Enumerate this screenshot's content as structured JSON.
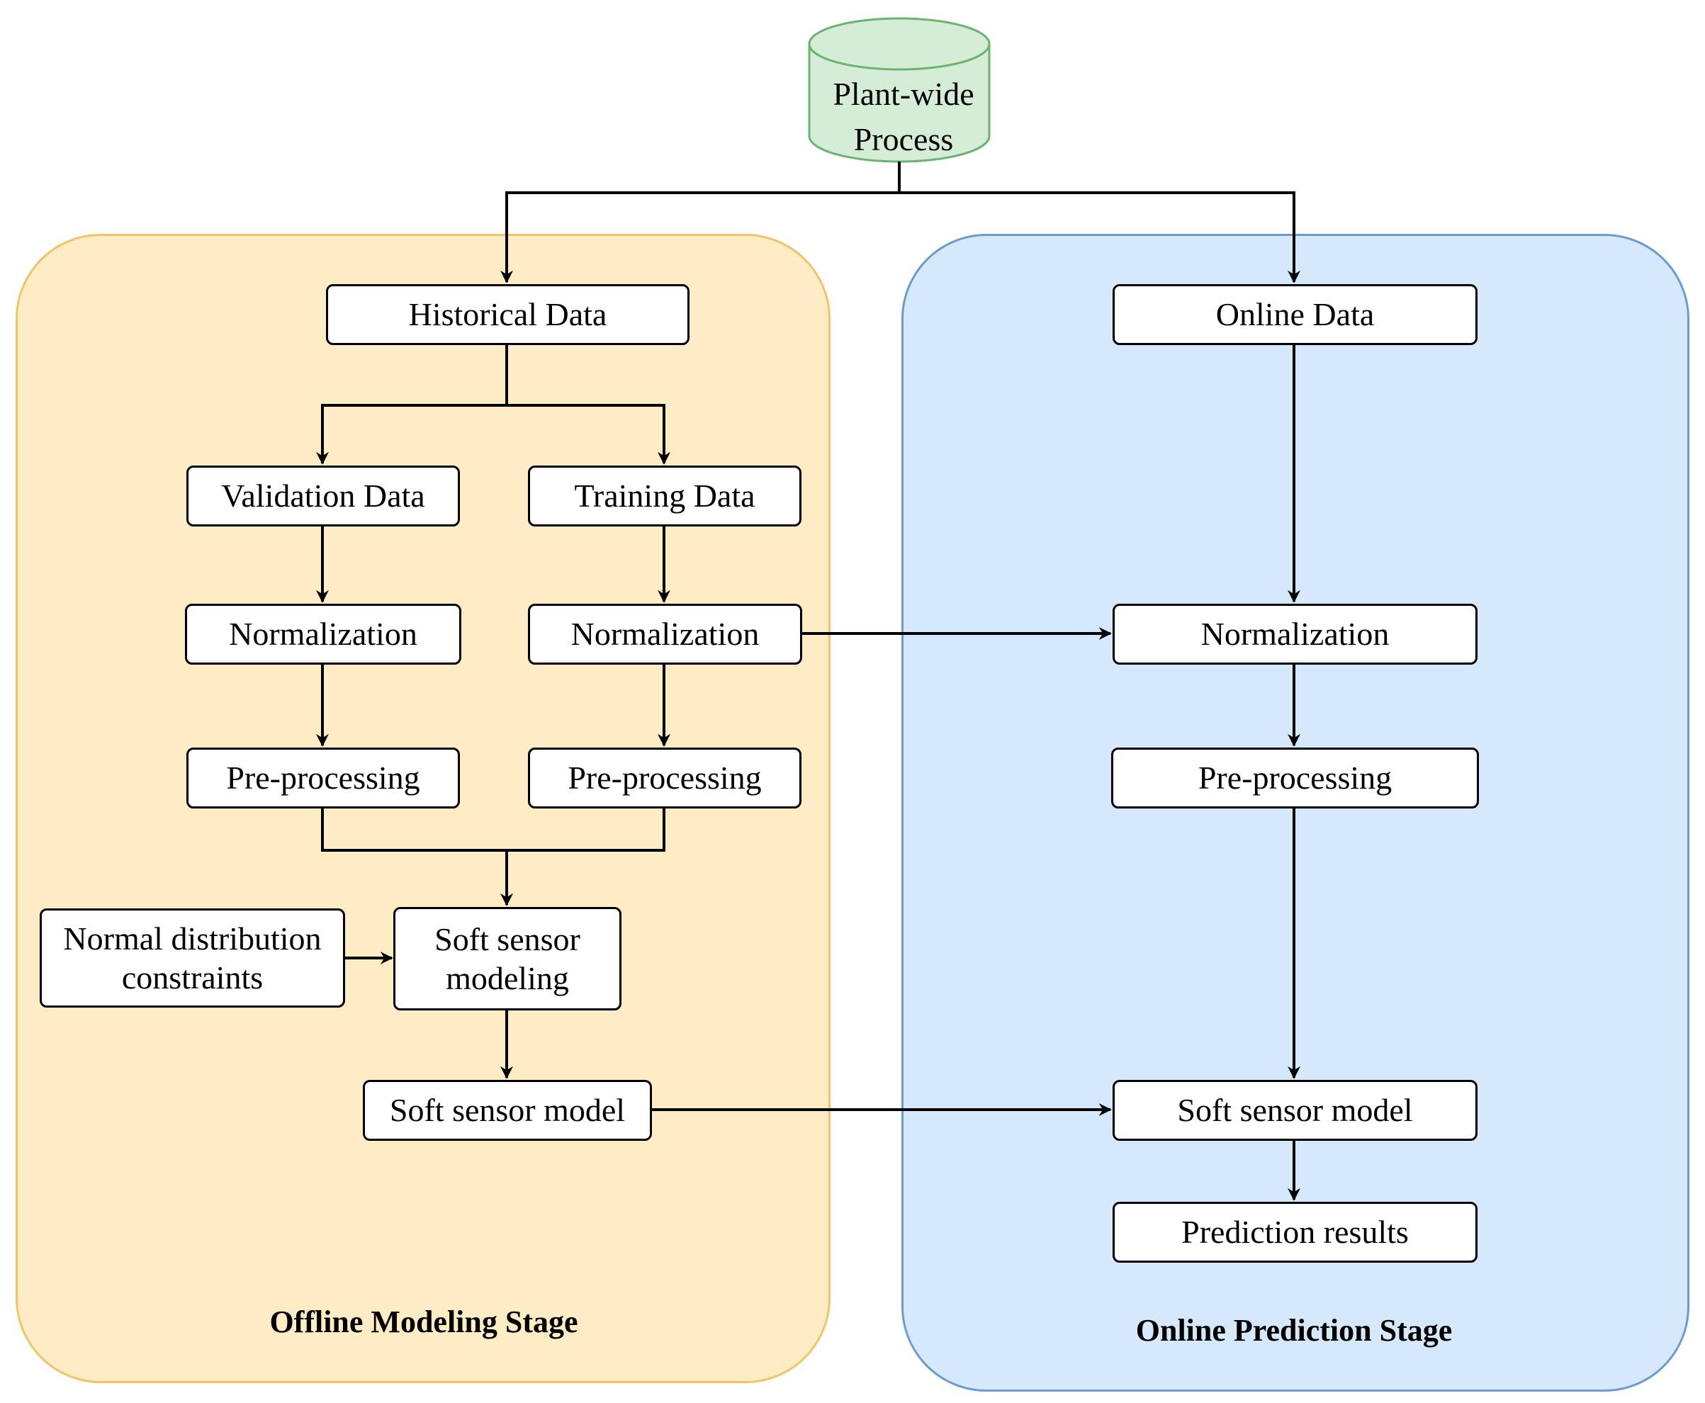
{
  "colors": {
    "offline_fill": "#fdecc4",
    "offline_border": "#f1c46b",
    "online_fill": "#d6e8fb",
    "online_border": "#6c9ccf",
    "source_fill": "#d5ecd7",
    "source_border": "#6ab46f",
    "line": "#000000"
  },
  "source": {
    "label": "Plant-wide\nProcess"
  },
  "offline": {
    "stage_label": "Offline Modeling Stage",
    "historical_data": "Historical Data",
    "validation_data": "Validation Data",
    "training_data": "Training Data",
    "normalization_val": "Normalization",
    "normalization_train": "Normalization",
    "preprocessing_val": "Pre-processing",
    "preprocessing_train": "Pre-processing",
    "normal_distribution": "Normal distribution\nconstraints",
    "soft_sensor_modeling": "Soft sensor\nmodeling",
    "soft_sensor_model": "Soft sensor model"
  },
  "online": {
    "stage_label": "Online Prediction Stage",
    "online_data": "Online Data",
    "normalization": "Normalization",
    "preprocessing": "Pre-processing",
    "soft_sensor_model": "Soft sensor model",
    "prediction_results": "Prediction results"
  }
}
